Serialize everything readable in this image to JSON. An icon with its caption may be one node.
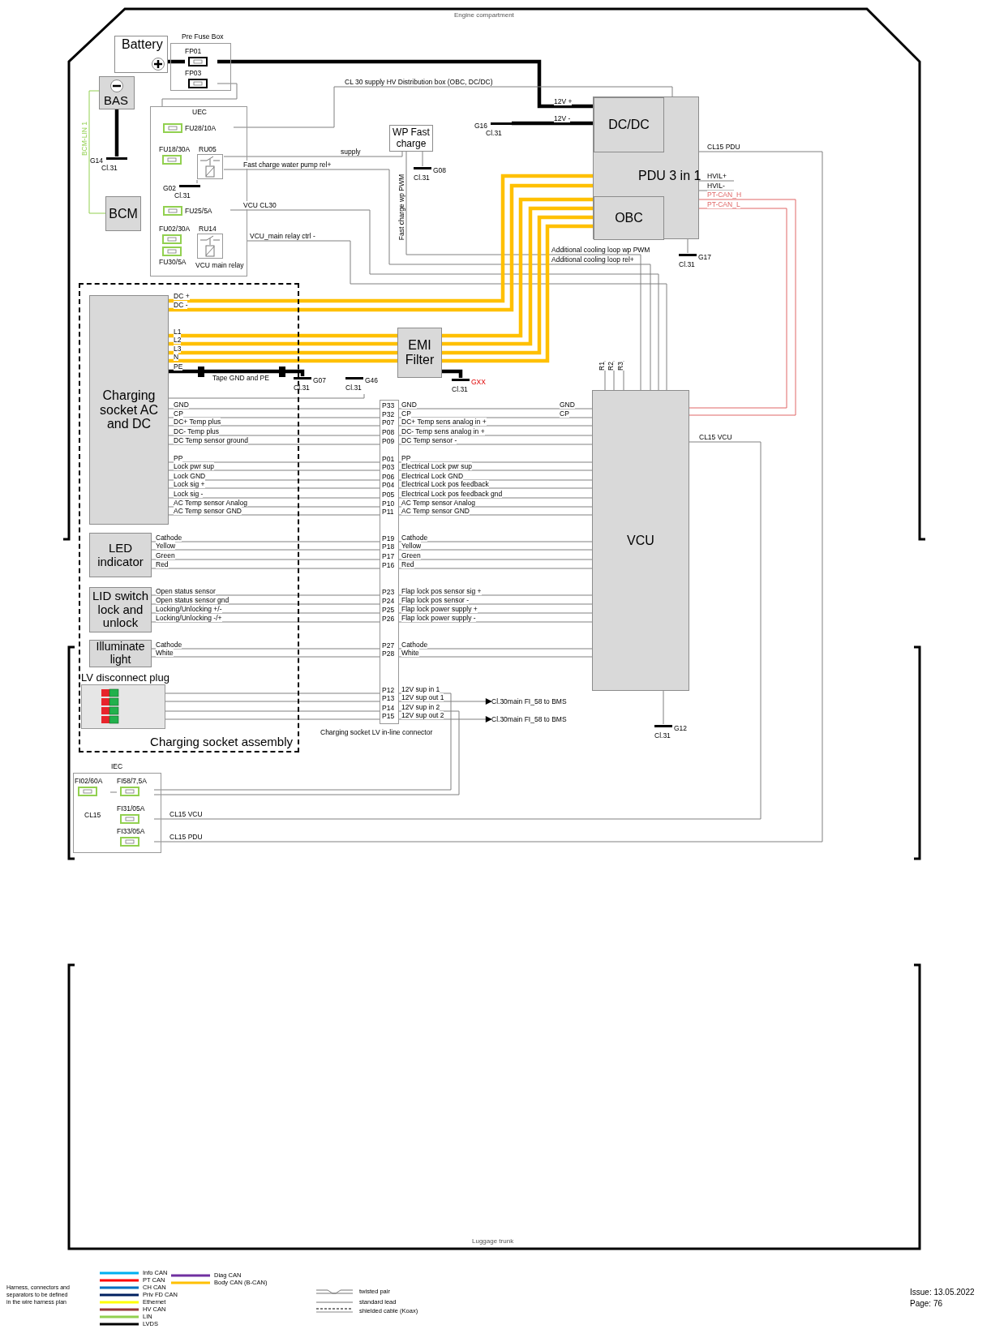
{
  "diagram": {
    "nodes": [
      {
        "text": [
          "Battery"
        ]
      },
      {
        "text": [
          "BAS"
        ]
      },
      {
        "text": [
          "Pre Fuse Box"
        ]
      },
      {
        "text": [
          "FP01"
        ],
        "in": 2
      },
      {
        "text": [
          "FP03"
        ],
        "in": 2
      },
      {
        "text": [
          "UEC"
        ]
      },
      {
        "text": [
          "FU28/10A"
        ],
        "in": 5
      },
      {
        "text": [
          "FU18/30A"
        ],
        "in": 5
      },
      {
        "text": [
          "RU05"
        ],
        "in": 5
      },
      {
        "text": [
          "G02",
          "Cl.31"
        ],
        "in": 5
      },
      {
        "text": [
          "FU25/5A"
        ],
        "in": 5
      },
      {
        "text": [
          "FU02/30A"
        ],
        "in": 5
      },
      {
        "text": [
          "RU14"
        ],
        "beside": [
          "VCU main relay"
        ],
        "in": 5
      },
      {
        "text": [
          "FU30/5A"
        ],
        "in": 5
      },
      {
        "text": [
          "BCM"
        ]
      },
      {
        "text": [
          "G14",
          "Cl.31"
        ]
      },
      {
        "text": [
          "WP Fast charge"
        ]
      },
      {
        "text": [
          "G08",
          "Cl.31"
        ]
      },
      {
        "text": [
          "G16",
          "Cl.31"
        ]
      },
      {
        "text": [
          "PDU 3 in 1"
        ]
      },
      {
        "text": [
          "DC/DC"
        ],
        "in": 19
      },
      {
        "text": [
          "OBC"
        ],
        "in": 19
      },
      {
        "text": [
          "G17",
          "Cl.31"
        ]
      },
      {
        "text": [
          "Charging socket assembly"
        ]
      },
      {
        "text": [
          "Charging socket AC and DC"
        ],
        "in": 23
      },
      {
        "text": [
          "LED indicator"
        ],
        "in": 23
      },
      {
        "text": [
          "LID switch lock and unlock"
        ],
        "in": 23
      },
      {
        "text": [
          "Illuminate light"
        ],
        "in": 23
      },
      {
        "text": [
          "LV disconnect plug"
        ],
        "in": 23
      },
      {
        "text": [
          "EMI Filter"
        ]
      },
      {
        "text": [
          "G07",
          "Cl.31"
        ]
      },
      {
        "text": [
          "G46",
          "Cl.31"
        ]
      },
      {
        "text": [
          "GXX",
          "Cl.31"
        ]
      },
      {
        "text": [
          "P33",
          "P32",
          "P07",
          "P08",
          "P09",
          "P01",
          "P03",
          "P06",
          "P04",
          "P05",
          "P10",
          "P11",
          "P19",
          "P18",
          "P17",
          "P16",
          "P23",
          "P24",
          "P25",
          "P26",
          "P27",
          "P28",
          "P12",
          "P13",
          "P14",
          "P15"
        ]
      },
      {
        "text": [
          "VCU"
        ]
      },
      {
        "text": [
          "G12",
          "Cl.31"
        ]
      },
      {
        "text": [
          "IEC"
        ]
      },
      {
        "text": [
          "FI02/60A"
        ],
        "in": 36
      },
      {
        "text": [
          "FI58/7,5A"
        ],
        "in": 36
      },
      {
        "text": [
          "FI31/05A"
        ],
        "in": 36
      },
      {
        "text": [
          "FI33/05A"
        ],
        "in": 36
      },
      {
        "text": [
          "Cl.30main FI_58 to BMS"
        ]
      },
      {
        "text": [
          "Cl.30main FI_58 to BMS"
        ]
      }
    ],
    "edges": [
      {
        "from": 0,
        "to": 3,
        "arrow": "none",
        "style": "thick",
        "color": "#000000"
      },
      {
        "from": 3,
        "to": 20,
        "arrow": "none",
        "label": "12V +",
        "style": "thick",
        "color": "#000000"
      },
      {
        "from": 18,
        "to": 20,
        "arrow": "none",
        "label": "12V -",
        "style": "thick",
        "color": "#000000"
      },
      {
        "from": 1,
        "to": 15,
        "arrow": "none",
        "style": "thick",
        "color": "#000000"
      },
      {
        "from": 1,
        "to": 14,
        "arrow": "none",
        "label": "BCM-LIN 1",
        "color": "#92d050"
      },
      {
        "from": 4,
        "to": 5,
        "arrow": "none"
      },
      {
        "from": 6,
        "to": 19,
        "arrow": "none",
        "label": "CL 30 supply HV Distribution box (OBC, DC/DC)"
      },
      {
        "from": 8,
        "to": 16,
        "arrow": "none",
        "label": "supply"
      },
      {
        "from": 8,
        "to": 9,
        "arrow": "none"
      },
      {
        "from": 8,
        "to": 34,
        "arrow": "none",
        "label": "Fast charge water pump rel+"
      },
      {
        "from": 16,
        "to": 17,
        "arrow": "none"
      },
      {
        "from": 16,
        "to": 34,
        "arrow": "none",
        "label": "Fast charge wp PWM"
      },
      {
        "from": 10,
        "to": 34,
        "arrow": "none",
        "label": "VCU CL30"
      },
      {
        "from": 12,
        "to": 34,
        "arrow": "none",
        "label": "VCU_main relay ctrl -"
      },
      {
        "from": 19,
        "to": 22,
        "arrow": "none"
      },
      {
        "from": 40,
        "to": 19,
        "arrow": "none",
        "label": "CL15 PDU"
      },
      {
        "from": 19,
        "to": null,
        "arrow": "none",
        "label": "HVIL+"
      },
      {
        "from": 19,
        "to": null,
        "arrow": "none",
        "label": "HVIL-"
      },
      {
        "from": 19,
        "to": 34,
        "arrow": "none",
        "label": "PT-CAN_H",
        "color": "#e06666"
      },
      {
        "from": 19,
        "to": 34,
        "arrow": "none",
        "label": "PT-CAN_L",
        "color": "#e06666"
      },
      {
        "from": 24,
        "to": 19,
        "arrow": "none",
        "label": "DC +",
        "style": "thick",
        "color": "#ffc000"
      },
      {
        "from": 24,
        "to": 19,
        "arrow": "none",
        "label": "DC -",
        "style": "thick",
        "color": "#ffc000"
      },
      {
        "from": 24,
        "to": 29,
        "arrow": "none",
        "label": "L1",
        "style": "thick",
        "color": "#ffc000"
      },
      {
        "from": 24,
        "to": 29,
        "arrow": "none",
        "label": "L2",
        "style": "thick",
        "color": "#ffc000"
      },
      {
        "from": 24,
        "to": 29,
        "arrow": "none",
        "label": "L3",
        "style": "thick",
        "color": "#ffc000"
      },
      {
        "from": 24,
        "to": 29,
        "arrow": "none",
        "label": "N",
        "style": "thick",
        "color": "#ffc000"
      },
      {
        "from": 29,
        "to": 21,
        "arrow": "none",
        "style": "thick",
        "color": "#ffc000"
      },
      {
        "from": 29,
        "to": 21,
        "arrow": "none",
        "style": "thick",
        "color": "#ffc000"
      },
      {
        "from": 29,
        "to": 21,
        "arrow": "none",
        "style": "thick",
        "color": "#ffc000"
      },
      {
        "from": 29,
        "to": 21,
        "arrow": "none",
        "style": "thick",
        "color": "#ffc000"
      },
      {
        "from": 24,
        "to": 30,
        "arrow": "none",
        "label": "PE",
        "style": "thick",
        "color": "#000000"
      },
      {
        "from": 29,
        "to": 32,
        "arrow": "none",
        "style": "thick",
        "color": "#000000"
      },
      {
        "from": 31,
        "to": 24,
        "arrow": "none"
      },
      {
        "from": 24,
        "to": 33,
        "arrow": "none",
        "label": "GND"
      },
      {
        "from": 24,
        "to": 33,
        "arrow": "none",
        "label": "CP"
      },
      {
        "from": 24,
        "to": 33,
        "arrow": "none",
        "label": "DC+ Temp plus"
      },
      {
        "from": 24,
        "to": 33,
        "arrow": "none",
        "label": "DC- Temp plus"
      },
      {
        "from": 24,
        "to": 33,
        "arrow": "none",
        "label": "DC Temp sensor ground"
      },
      {
        "from": 24,
        "to": 33,
        "arrow": "none",
        "label": "PP"
      },
      {
        "from": 24,
        "to": 33,
        "arrow": "none",
        "label": "Lock pwr sup"
      },
      {
        "from": 24,
        "to": 33,
        "arrow": "none",
        "label": "Lock GND"
      },
      {
        "from": 24,
        "to": 33,
        "arrow": "none",
        "label": "Lock sig +"
      },
      {
        "from": 24,
        "to": 33,
        "arrow": "none",
        "label": "Lock sig -"
      },
      {
        "from": 24,
        "to": 33,
        "arrow": "none",
        "label": "AC Temp sensor Analog"
      },
      {
        "from": 24,
        "to": 33,
        "arrow": "none",
        "label": "AC Temp sensor GND"
      },
      {
        "from": 25,
        "to": 33,
        "arrow": "none",
        "label": "Cathode"
      },
      {
        "from": 25,
        "to": 33,
        "arrow": "none",
        "label": "Yellow"
      },
      {
        "from": 25,
        "to": 33,
        "arrow": "none",
        "label": "Green"
      },
      {
        "from": 25,
        "to": 33,
        "arrow": "none",
        "label": "Red"
      },
      {
        "from": 26,
        "to": 33,
        "arrow": "none",
        "label": "Open status sensor"
      },
      {
        "from": 26,
        "to": 33,
        "arrow": "none",
        "label": "Open status sensor gnd"
      },
      {
        "from": 26,
        "to": 33,
        "arrow": "none",
        "label": "Locking/Unlocking +/-"
      },
      {
        "from": 26,
        "to": 33,
        "arrow": "none",
        "label": "Locking/Unlocking -/+"
      },
      {
        "from": 27,
        "to": 33,
        "arrow": "none",
        "label": "Cathode"
      },
      {
        "from": 27,
        "to": 33,
        "arrow": "none",
        "label": "White"
      },
      {
        "from": 28,
        "to": 33,
        "arrow": "none"
      },
      {
        "from": 28,
        "to": 33,
        "arrow": "none"
      },
      {
        "from": 28,
        "to": 33,
        "arrow": "none"
      },
      {
        "from": 28,
        "to": 33,
        "arrow": "none"
      },
      {
        "from": 33,
        "to": 34,
        "arrow": "none",
        "label": "GND"
      },
      {
        "from": 33,
        "to": 34,
        "arrow": "none",
        "label": "CP"
      },
      {
        "from": 33,
        "to": 34,
        "arrow": "none",
        "label": "DC+ Temp sens analog in +"
      },
      {
        "from": 33,
        "to": 34,
        "arrow": "none",
        "label": "DC- Temp sens analog in +"
      },
      {
        "from": 33,
        "to": 34,
        "arrow": "none",
        "label": "DC Temp sensor -"
      },
      {
        "from": 33,
        "to": 34,
        "arrow": "none",
        "label": "PP"
      },
      {
        "from": 33,
        "to": 34,
        "arrow": "none",
        "label": "Electrical Lock pwr sup"
      },
      {
        "from": 33,
        "to": 34,
        "arrow": "none",
        "label": "Electrical Lock GND"
      },
      {
        "from": 33,
        "to": 34,
        "arrow": "none",
        "label": "Electrical Lock pos feedback"
      },
      {
        "from": 33,
        "to": 34,
        "arrow": "none",
        "label": "Electrical Lock pos feedback gnd"
      },
      {
        "from": 33,
        "to": 34,
        "arrow": "none",
        "label": "AC Temp sensor Analog"
      },
      {
        "from": 33,
        "to": 34,
        "arrow": "none",
        "label": "AC Temp sensor GND"
      },
      {
        "from": 33,
        "to": 34,
        "arrow": "none",
        "label": "Cathode"
      },
      {
        "from": 33,
        "to": 34,
        "arrow": "none",
        "label": "Yellow"
      },
      {
        "from": 33,
        "to": 34,
        "arrow": "none",
        "label": "Green"
      },
      {
        "from": 33,
        "to": 34,
        "arrow": "none",
        "label": "Red"
      },
      {
        "from": 33,
        "to": 34,
        "arrow": "none",
        "label": "Flap lock pos sensor sig +"
      },
      {
        "from": 33,
        "to": 34,
        "arrow": "none",
        "label": "Flap lock pos sensor -"
      },
      {
        "from": 33,
        "to": 34,
        "arrow": "none",
        "label": "Flap lock power supply +"
      },
      {
        "from": 33,
        "to": 34,
        "arrow": "none",
        "label": "Flap lock power supply -"
      },
      {
        "from": 33,
        "to": 34,
        "arrow": "none",
        "label": "Cathode"
      },
      {
        "from": 33,
        "to": 34,
        "arrow": "none",
        "label": "White"
      },
      {
        "from": 38,
        "to": 33,
        "arrow": "none",
        "label": "12V sup in 1"
      },
      {
        "from": 33,
        "to": 41,
        "arrow": "to",
        "label": "12V sup out 1"
      },
      {
        "from": 38,
        "to": 33,
        "arrow": "none",
        "label": "12V sup in 2"
      },
      {
        "from": 33,
        "to": 42,
        "arrow": "to",
        "label": "12V sup out 2"
      },
      {
        "from": 34,
        "to": 35,
        "arrow": "none"
      },
      {
        "from": 39,
        "to": 34,
        "arrow": "none",
        "label": "CL15 VCU"
      },
      {
        "from": 37,
        "to": 38,
        "arrow": "none"
      }
    ],
    "labels": [
      "Engine compartment",
      "Additional cooling loop wp PWM",
      "Additional cooling loop rel+",
      "Tape GND and PE",
      "R1",
      "R2",
      "R3",
      "GND",
      "CP",
      "CL15 PDU",
      "CL15 VCU",
      "CL15",
      "Charging socket LV in-line connector",
      "Luggage trunk",
      "Harness, connectors and separators to be defined in the wire harness plan",
      "Issue: 13.05.2022",
      "Page: 76"
    ],
    "legend": [
      {
        "text": "Info CAN",
        "color": "#00b0f0"
      },
      {
        "text": "PT CAN",
        "color": "#ff0000"
      },
      {
        "text": "CH CAN",
        "color": "#0070c0"
      },
      {
        "text": "Priv FD CAN",
        "color": "#002060"
      },
      {
        "text": "Ethernet",
        "color": "#ffff00"
      },
      {
        "text": "HV CAN",
        "color": "#953735"
      },
      {
        "text": "LIN",
        "color": "#92d050"
      },
      {
        "text": "LVDS",
        "color": "#000000"
      },
      {
        "text": "Diag CAN",
        "color": "#7030a0"
      },
      {
        "text": "Body CAN (B-CAN)",
        "color": "#ffc000"
      },
      {
        "text": "twisted pair"
      },
      {
        "text": "standard lead"
      },
      {
        "text": "shielded cable (Koax)"
      }
    ]
  }
}
